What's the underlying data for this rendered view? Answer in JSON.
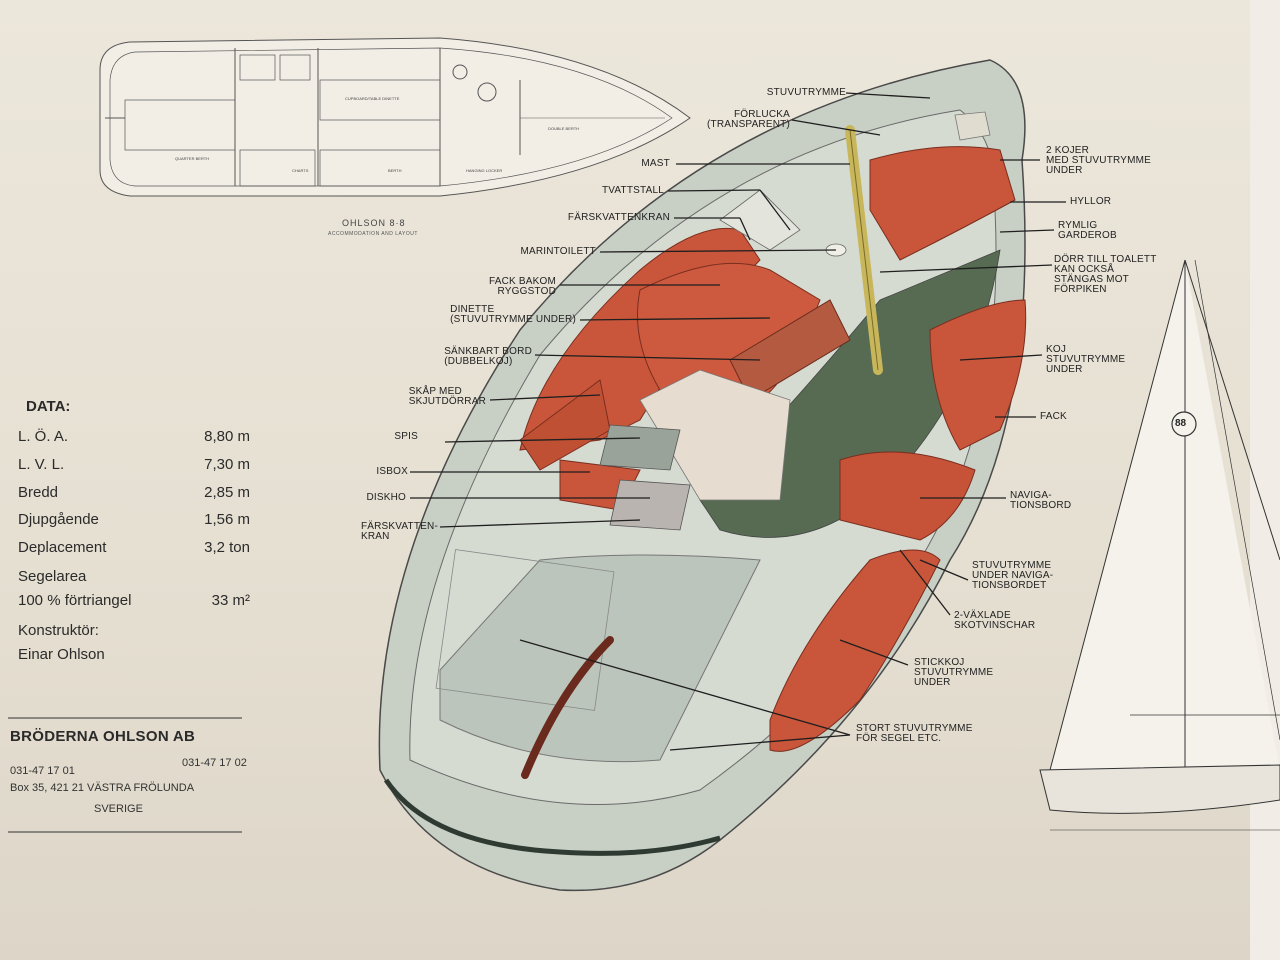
{
  "plan": {
    "caption": "OHLSON 8·8",
    "subcaption": "ACCOMMODATION AND LAYOUT",
    "labels": [
      "DOUBLE BERTH",
      "QUARTER BERTH",
      "CHARTS",
      "BERTH",
      "HANGING LOCKER",
      "CUPBOARD/TABLE DINETTE"
    ]
  },
  "callouts": [
    {
      "id": "stuvutrymme",
      "text": "STUVUTRYMME"
    },
    {
      "id": "forlucka",
      "text": "FÖRLUCKA\n(TRANSPARENT)"
    },
    {
      "id": "mast",
      "text": "MAST"
    },
    {
      "id": "tvattstall",
      "text": "TVATTSTALL"
    },
    {
      "id": "farskvattenkran",
      "text": "FÄRSKVATTENKRAN"
    },
    {
      "id": "marintoilett",
      "text": "MARINTOILETT"
    },
    {
      "id": "fack_bakom",
      "text": "FACK BAKOM\nRYGGSTOD"
    },
    {
      "id": "dinette",
      "text": "DINETTE\n(STUVUTRYMME UNDER)"
    },
    {
      "id": "sankbart",
      "text": "SÄNKBART BORD\n(DUBBELKOJ)"
    },
    {
      "id": "skap",
      "text": "SKÅP MED\nSKJUTDÖRRAR"
    },
    {
      "id": "spis",
      "text": "SPIS"
    },
    {
      "id": "isbox",
      "text": "ISBOX"
    },
    {
      "id": "diskho",
      "text": "DISKHO"
    },
    {
      "id": "farskvatten_kran",
      "text": "FÄRSKVATTEN-\nKRAN"
    },
    {
      "id": "kojer",
      "text": "2 KOJER\nMED STUVUTRYMME\nUNDER"
    },
    {
      "id": "hyllor",
      "text": "HYLLOR"
    },
    {
      "id": "garderob",
      "text": "RYMLIG\nGARDEROB"
    },
    {
      "id": "dorr",
      "text": "DÖRR TILL TOALETT\nKAN OCKSÅ\nSTÄNGAS MOT\nFÖRPIKEN"
    },
    {
      "id": "koj",
      "text": "KOJ\nSTUVUTRYMME\nUNDER"
    },
    {
      "id": "fack",
      "text": "FACK"
    },
    {
      "id": "navigationsbord",
      "text": "NAVIGA-\nTIONSBORD"
    },
    {
      "id": "stuv_navig",
      "text": "STUVUTRYMME\nUNDER NAVIGA-\nTIONSBORDET"
    },
    {
      "id": "skotvinschar",
      "text": "2-VÄXLADE\nSKOTVINSCHAR"
    },
    {
      "id": "stickkoj",
      "text": "STICKKOJ\nSTUVUTRYMME\nUNDER"
    },
    {
      "id": "stort",
      "text": "STORT STUVUTRYMME\nFÖR SEGEL ETC."
    }
  ],
  "data_table": {
    "title": "DATA:",
    "rows": [
      {
        "key": "L. Ö. A.",
        "value": "8,80 m"
      },
      {
        "key": "L. V. L.",
        "value": "7,30 m"
      },
      {
        "key": "Bredd",
        "value": "2,85 m"
      },
      {
        "key": "Djupgående",
        "value": "1,56 m"
      },
      {
        "key": "Deplacement",
        "value": "3,2 ton"
      },
      {
        "key": "Segelarea",
        "value": ""
      },
      {
        "key": "100 % förtriangel",
        "value": "33 m²"
      },
      {
        "key": "Konstruktör:",
        "value": ""
      },
      {
        "key": "Einar Ohlson",
        "value": ""
      }
    ]
  },
  "company": {
    "name": "BRÖDERNA OHLSON AB",
    "phone1": "031-47 17 01",
    "phone2": "031-47 17 02",
    "address": "Box 35, 421 21 VÄSTRA FRÖLUNDA",
    "country": "SVERIGE"
  },
  "sail_number": "88",
  "colors": {
    "paper": "#e8e2d5",
    "cushion": "#c9553a",
    "hull": "#c9d0c6",
    "floor": "#566b52",
    "wood": "#c7c1a4"
  }
}
